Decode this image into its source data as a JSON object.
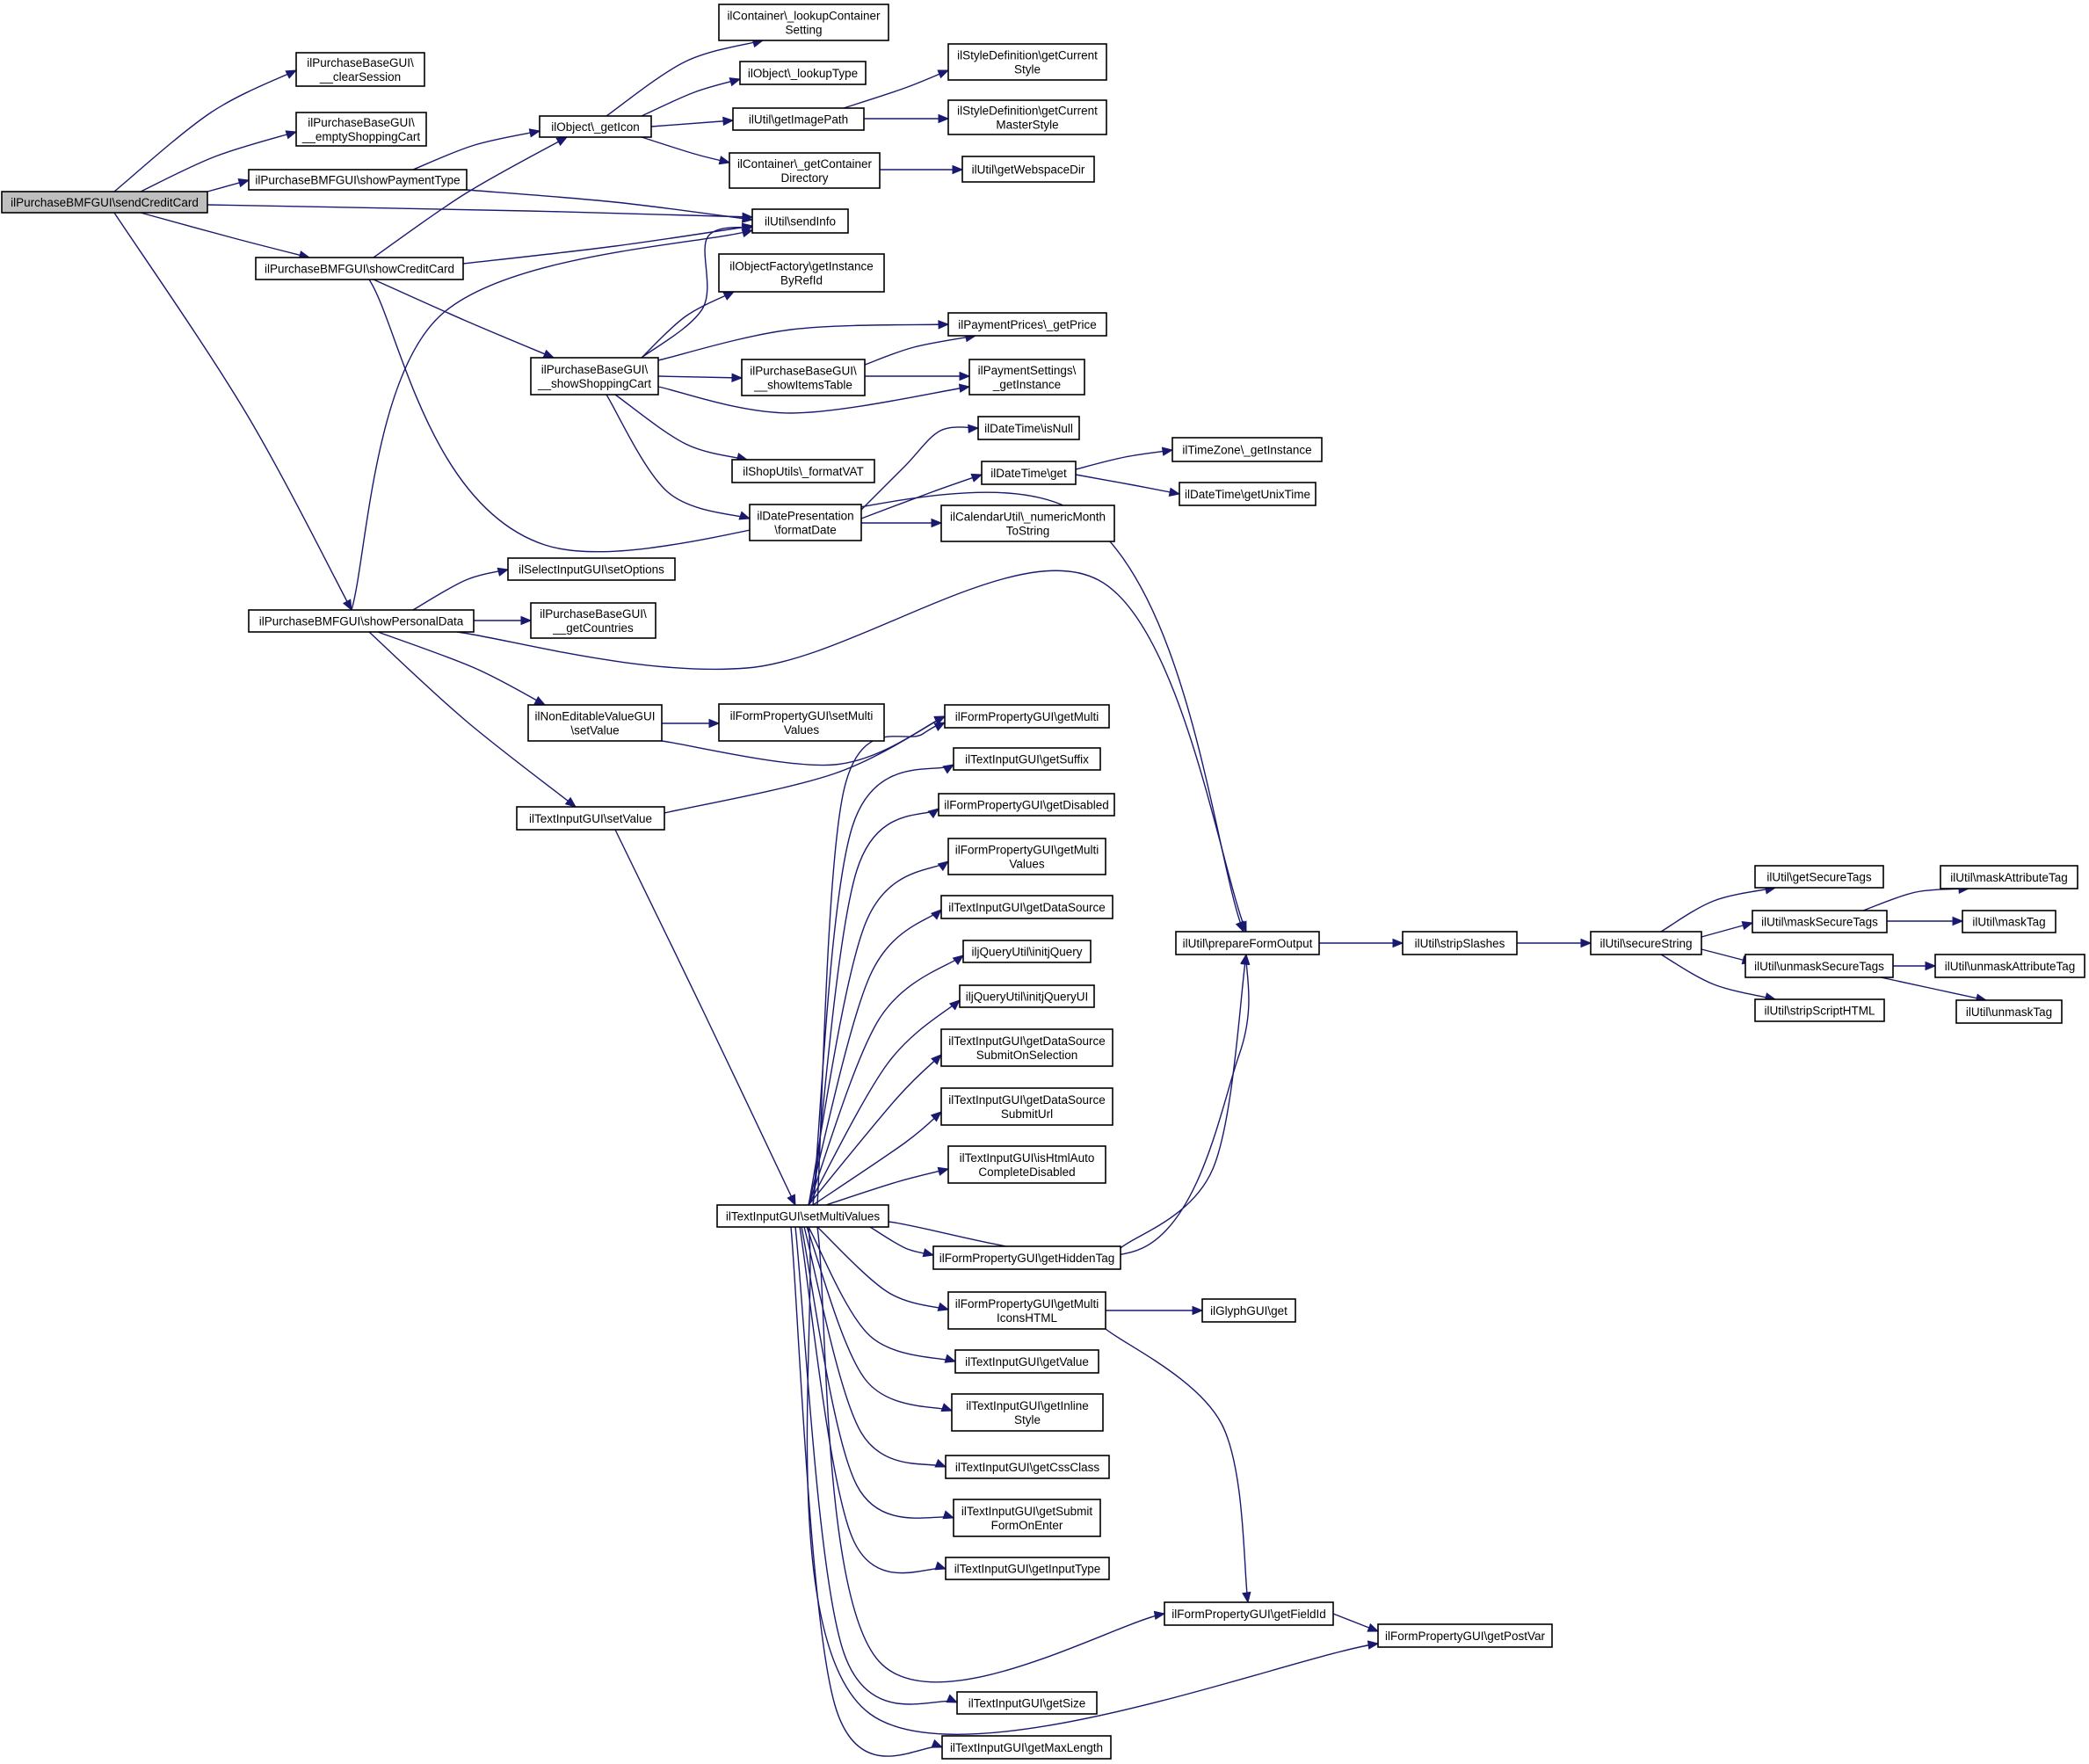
{
  "diagram": {
    "type": "call-graph",
    "root": "sendCreditCard",
    "colors": {
      "edge": "#191970",
      "root_fill": "#bfbfbf",
      "node_fill": "#ffffff"
    },
    "nodes": [
      {
        "id": "sendCreditCard",
        "lines": [
          "ilPurchaseBMFGUI\\sendCreditCard"
        ]
      },
      {
        "id": "clearSession",
        "lines": [
          "ilPurchaseBaseGUI\\",
          "__clearSession"
        ]
      },
      {
        "id": "emptyShoppingCart",
        "lines": [
          "ilPurchaseBaseGUI\\",
          "__emptyShoppingCart"
        ]
      },
      {
        "id": "showPaymentType",
        "lines": [
          "ilPurchaseBMFGUI\\showPaymentType"
        ]
      },
      {
        "id": "showCreditCard",
        "lines": [
          "ilPurchaseBMFGUI\\showCreditCard"
        ]
      },
      {
        "id": "showPersonalData",
        "lines": [
          "ilPurchaseBMFGUI\\showPersonalData"
        ]
      },
      {
        "id": "getIcon",
        "lines": [
          "ilObject\\_getIcon"
        ]
      },
      {
        "id": "sendInfo",
        "lines": [
          "ilUtil\\sendInfo"
        ]
      },
      {
        "id": "showShoppingCart",
        "lines": [
          "ilPurchaseBaseGUI\\",
          "__showShoppingCart"
        ]
      },
      {
        "id": "lookupContainerSetting",
        "lines": [
          "ilContainer\\_lookupContainer",
          "Setting"
        ]
      },
      {
        "id": "lookupType",
        "lines": [
          "ilObject\\_lookupType"
        ]
      },
      {
        "id": "getImagePath",
        "lines": [
          "ilUtil\\getImagePath"
        ]
      },
      {
        "id": "getContainerDirectory",
        "lines": [
          "ilContainer\\_getContainer",
          "Directory"
        ]
      },
      {
        "id": "getCurrentStyle",
        "lines": [
          "ilStyleDefinition\\getCurrent",
          "Style"
        ]
      },
      {
        "id": "getCurrentMasterStyle",
        "lines": [
          "ilStyleDefinition\\getCurrent",
          "MasterStyle"
        ]
      },
      {
        "id": "getWebspaceDir",
        "lines": [
          "ilUtil\\getWebspaceDir"
        ]
      },
      {
        "id": "getInstanceByRefId",
        "lines": [
          "ilObjectFactory\\getInstance",
          "ByRefId"
        ]
      },
      {
        "id": "getPrice",
        "lines": [
          "ilPaymentPrices\\_getPrice"
        ]
      },
      {
        "id": "showItemsTable",
        "lines": [
          "ilPurchaseBaseGUI\\",
          "__showItemsTable"
        ]
      },
      {
        "id": "paymentSettingsGetInstance",
        "lines": [
          "ilPaymentSettings\\",
          "_getInstance"
        ]
      },
      {
        "id": "formatVAT",
        "lines": [
          "ilShopUtils\\_formatVAT"
        ]
      },
      {
        "id": "formatDate",
        "lines": [
          "ilDatePresentation",
          "\\formatDate"
        ]
      },
      {
        "id": "isNull",
        "lines": [
          "ilDateTime\\isNull"
        ]
      },
      {
        "id": "dateTimeGet",
        "lines": [
          "ilDateTime\\get"
        ]
      },
      {
        "id": "numericMonthToString",
        "lines": [
          "ilCalendarUtil\\_numericMonth",
          "ToString"
        ]
      },
      {
        "id": "timeZoneGetInstance",
        "lines": [
          "ilTimeZone\\_getInstance"
        ]
      },
      {
        "id": "getUnixTime",
        "lines": [
          "ilDateTime\\getUnixTime"
        ]
      },
      {
        "id": "setOptions",
        "lines": [
          "ilSelectInputGUI\\setOptions"
        ]
      },
      {
        "id": "getCountries",
        "lines": [
          "ilPurchaseBaseGUI\\",
          "__getCountries"
        ]
      },
      {
        "id": "nonEditableSetValue",
        "lines": [
          "ilNonEditableValueGUI",
          "\\setValue"
        ]
      },
      {
        "id": "textInputSetValue",
        "lines": [
          "ilTextInputGUI\\setValue"
        ]
      },
      {
        "id": "setMultiValuesFP",
        "lines": [
          "ilFormPropertyGUI\\setMulti",
          "Values"
        ]
      },
      {
        "id": "getMulti",
        "lines": [
          "ilFormPropertyGUI\\getMulti"
        ]
      },
      {
        "id": "prepareFormOutput",
        "lines": [
          "ilUtil\\prepareFormOutput"
        ]
      },
      {
        "id": "stripSlashes",
        "lines": [
          "ilUtil\\stripSlashes"
        ]
      },
      {
        "id": "secureString",
        "lines": [
          "ilUtil\\secureString"
        ]
      },
      {
        "id": "getSecureTags",
        "lines": [
          "ilUtil\\getSecureTags"
        ]
      },
      {
        "id": "maskSecureTags",
        "lines": [
          "ilUtil\\maskSecureTags"
        ]
      },
      {
        "id": "unmaskSecureTags",
        "lines": [
          "ilUtil\\unmaskSecureTags"
        ]
      },
      {
        "id": "stripScriptHTML",
        "lines": [
          "ilUtil\\stripScriptHTML"
        ]
      },
      {
        "id": "maskAttributeTag",
        "lines": [
          "ilUtil\\maskAttributeTag"
        ]
      },
      {
        "id": "maskTag",
        "lines": [
          "ilUtil\\maskTag"
        ]
      },
      {
        "id": "unmaskAttributeTag",
        "lines": [
          "ilUtil\\unmaskAttributeTag"
        ]
      },
      {
        "id": "unmaskTag",
        "lines": [
          "ilUtil\\unmaskTag"
        ]
      },
      {
        "id": "setMultiValues",
        "lines": [
          "ilTextInputGUI\\setMultiValues"
        ]
      },
      {
        "id": "getSuffix",
        "lines": [
          "ilTextInputGUI\\getSuffix"
        ]
      },
      {
        "id": "getDisabled",
        "lines": [
          "ilFormPropertyGUI\\getDisabled"
        ]
      },
      {
        "id": "getMultiValues",
        "lines": [
          "ilFormPropertyGUI\\getMulti",
          "Values"
        ]
      },
      {
        "id": "getDataSource",
        "lines": [
          "ilTextInputGUI\\getDataSource"
        ]
      },
      {
        "id": "initjQuery",
        "lines": [
          "iljQueryUtil\\initjQuery"
        ]
      },
      {
        "id": "initjQueryUI",
        "lines": [
          "iljQueryUtil\\initjQueryUI"
        ]
      },
      {
        "id": "getDataSourceSubmitOnSelection",
        "lines": [
          "ilTextInputGUI\\getDataSource",
          "SubmitOnSelection"
        ]
      },
      {
        "id": "getDataSourceSubmitUrl",
        "lines": [
          "ilTextInputGUI\\getDataSource",
          "SubmitUrl"
        ]
      },
      {
        "id": "isHtmlAutoCompleteDisabled",
        "lines": [
          "ilTextInputGUI\\isHtmlAuto",
          "CompleteDisabled"
        ]
      },
      {
        "id": "getHiddenTag",
        "lines": [
          "ilFormPropertyGUI\\getHiddenTag"
        ]
      },
      {
        "id": "getMultiIconsHTML",
        "lines": [
          "ilFormPropertyGUI\\getMulti",
          "IconsHTML"
        ]
      },
      {
        "id": "glyphGet",
        "lines": [
          "ilGlyphGUI\\get"
        ]
      },
      {
        "id": "getValue",
        "lines": [
          "ilTextInputGUI\\getValue"
        ]
      },
      {
        "id": "getInlineStyle",
        "lines": [
          "ilTextInputGUI\\getInline",
          "Style"
        ]
      },
      {
        "id": "getCssClass",
        "lines": [
          "ilTextInputGUI\\getCssClass"
        ]
      },
      {
        "id": "getSubmitFormOnEnter",
        "lines": [
          "ilTextInputGUI\\getSubmit",
          "FormOnEnter"
        ]
      },
      {
        "id": "getInputType",
        "lines": [
          "ilTextInputGUI\\getInputType"
        ]
      },
      {
        "id": "getFieldId",
        "lines": [
          "ilFormPropertyGUI\\getFieldId"
        ]
      },
      {
        "id": "getPostVar",
        "lines": [
          "ilFormPropertyGUI\\getPostVar"
        ]
      },
      {
        "id": "getSize",
        "lines": [
          "ilTextInputGUI\\getSize"
        ]
      },
      {
        "id": "getMaxLength",
        "lines": [
          "ilTextInputGUI\\getMaxLength"
        ]
      }
    ],
    "edges": [
      [
        "sendCreditCard",
        "clearSession"
      ],
      [
        "sendCreditCard",
        "emptyShoppingCart"
      ],
      [
        "sendCreditCard",
        "showPaymentType"
      ],
      [
        "sendCreditCard",
        "sendInfo"
      ],
      [
        "sendCreditCard",
        "showCreditCard"
      ],
      [
        "sendCreditCard",
        "showPersonalData"
      ],
      [
        "showPaymentType",
        "getIcon"
      ],
      [
        "showPaymentType",
        "sendInfo"
      ],
      [
        "showCreditCard",
        "getIcon"
      ],
      [
        "showCreditCard",
        "sendInfo"
      ],
      [
        "showCreditCard",
        "showShoppingCart"
      ],
      [
        "showCreditCard",
        "prepareFormOutput"
      ],
      [
        "showPersonalData",
        "sendInfo"
      ],
      [
        "showPersonalData",
        "setOptions"
      ],
      [
        "showPersonalData",
        "getCountries"
      ],
      [
        "showPersonalData",
        "prepareFormOutput"
      ],
      [
        "showPersonalData",
        "nonEditableSetValue"
      ],
      [
        "showPersonalData",
        "textInputSetValue"
      ],
      [
        "getIcon",
        "lookupContainerSetting"
      ],
      [
        "getIcon",
        "lookupType"
      ],
      [
        "getIcon",
        "getImagePath"
      ],
      [
        "getIcon",
        "getContainerDirectory"
      ],
      [
        "getImagePath",
        "getCurrentStyle"
      ],
      [
        "getImagePath",
        "getCurrentMasterStyle"
      ],
      [
        "getContainerDirectory",
        "getWebspaceDir"
      ],
      [
        "showShoppingCart",
        "sendInfo"
      ],
      [
        "showShoppingCart",
        "getInstanceByRefId"
      ],
      [
        "showShoppingCart",
        "getPrice"
      ],
      [
        "showShoppingCart",
        "showItemsTable"
      ],
      [
        "showShoppingCart",
        "paymentSettingsGetInstance"
      ],
      [
        "showShoppingCart",
        "formatVAT"
      ],
      [
        "showShoppingCart",
        "formatDate"
      ],
      [
        "showItemsTable",
        "getPrice"
      ],
      [
        "showItemsTable",
        "paymentSettingsGetInstance"
      ],
      [
        "formatDate",
        "isNull"
      ],
      [
        "formatDate",
        "dateTimeGet"
      ],
      [
        "formatDate",
        "numericMonthToString"
      ],
      [
        "dateTimeGet",
        "timeZoneGetInstance"
      ],
      [
        "dateTimeGet",
        "getUnixTime"
      ],
      [
        "nonEditableSetValue",
        "setMultiValuesFP"
      ],
      [
        "nonEditableSetValue",
        "getMulti"
      ],
      [
        "textInputSetValue",
        "getMulti"
      ],
      [
        "textInputSetValue",
        "setMultiValues"
      ],
      [
        "prepareFormOutput",
        "stripSlashes"
      ],
      [
        "stripSlashes",
        "secureString"
      ],
      [
        "secureString",
        "getSecureTags"
      ],
      [
        "secureString",
        "maskSecureTags"
      ],
      [
        "secureString",
        "unmaskSecureTags"
      ],
      [
        "secureString",
        "stripScriptHTML"
      ],
      [
        "maskSecureTags",
        "maskAttributeTag"
      ],
      [
        "maskSecureTags",
        "maskTag"
      ],
      [
        "unmaskSecureTags",
        "unmaskAttributeTag"
      ],
      [
        "unmaskSecureTags",
        "unmaskTag"
      ],
      [
        "setMultiValues",
        "getMulti"
      ],
      [
        "setMultiValues",
        "getSuffix"
      ],
      [
        "setMultiValues",
        "getDisabled"
      ],
      [
        "setMultiValues",
        "getMultiValues"
      ],
      [
        "setMultiValues",
        "getDataSource"
      ],
      [
        "setMultiValues",
        "initjQuery"
      ],
      [
        "setMultiValues",
        "initjQueryUI"
      ],
      [
        "setMultiValues",
        "getDataSourceSubmitOnSelection"
      ],
      [
        "setMultiValues",
        "getDataSourceSubmitUrl"
      ],
      [
        "setMultiValues",
        "isHtmlAutoCompleteDisabled"
      ],
      [
        "setMultiValues",
        "prepareFormOutput"
      ],
      [
        "setMultiValues",
        "getHiddenTag"
      ],
      [
        "setMultiValues",
        "getMultiIconsHTML"
      ],
      [
        "setMultiValues",
        "getValue"
      ],
      [
        "setMultiValues",
        "getInlineStyle"
      ],
      [
        "setMultiValues",
        "getCssClass"
      ],
      [
        "setMultiValues",
        "getSubmitFormOnEnter"
      ],
      [
        "setMultiValues",
        "getInputType"
      ],
      [
        "setMultiValues",
        "getFieldId"
      ],
      [
        "setMultiValues",
        "getPostVar"
      ],
      [
        "setMultiValues",
        "getSize"
      ],
      [
        "setMultiValues",
        "getMaxLength"
      ],
      [
        "getHiddenTag",
        "prepareFormOutput"
      ],
      [
        "getMultiIconsHTML",
        "glyphGet"
      ],
      [
        "getMultiIconsHTML",
        "getFieldId"
      ],
      [
        "getFieldId",
        "getPostVar"
      ]
    ]
  }
}
